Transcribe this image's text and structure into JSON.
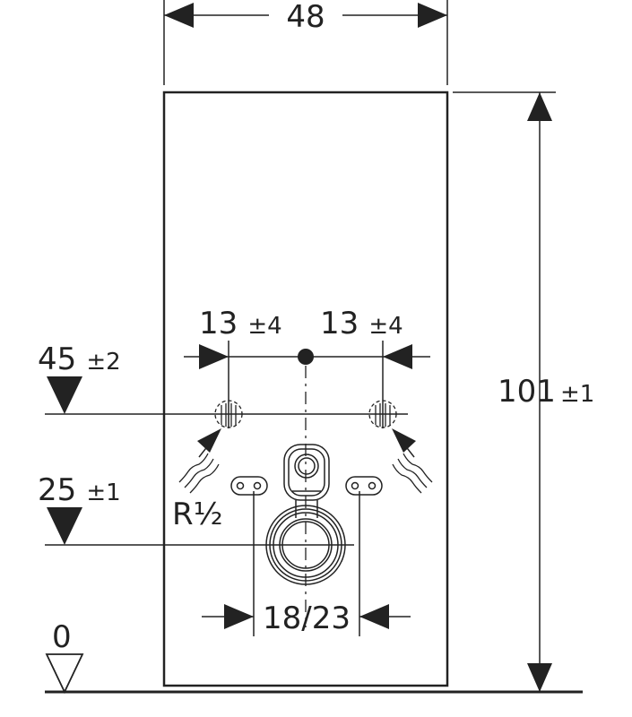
{
  "dimensions": {
    "width": "48",
    "height": "101",
    "height_tol": "±1",
    "left_offset": "13",
    "left_offset_tol": "±4",
    "right_offset": "13",
    "right_offset_tol": "±4",
    "supply_height": "45",
    "supply_height_tol": "±2",
    "drain_height": "25",
    "drain_height_tol": "±1",
    "floor": "0",
    "thread": "R½",
    "bolt_spacing": "18/23"
  },
  "colors": {
    "line": "#222222",
    "background": "#ffffff"
  }
}
